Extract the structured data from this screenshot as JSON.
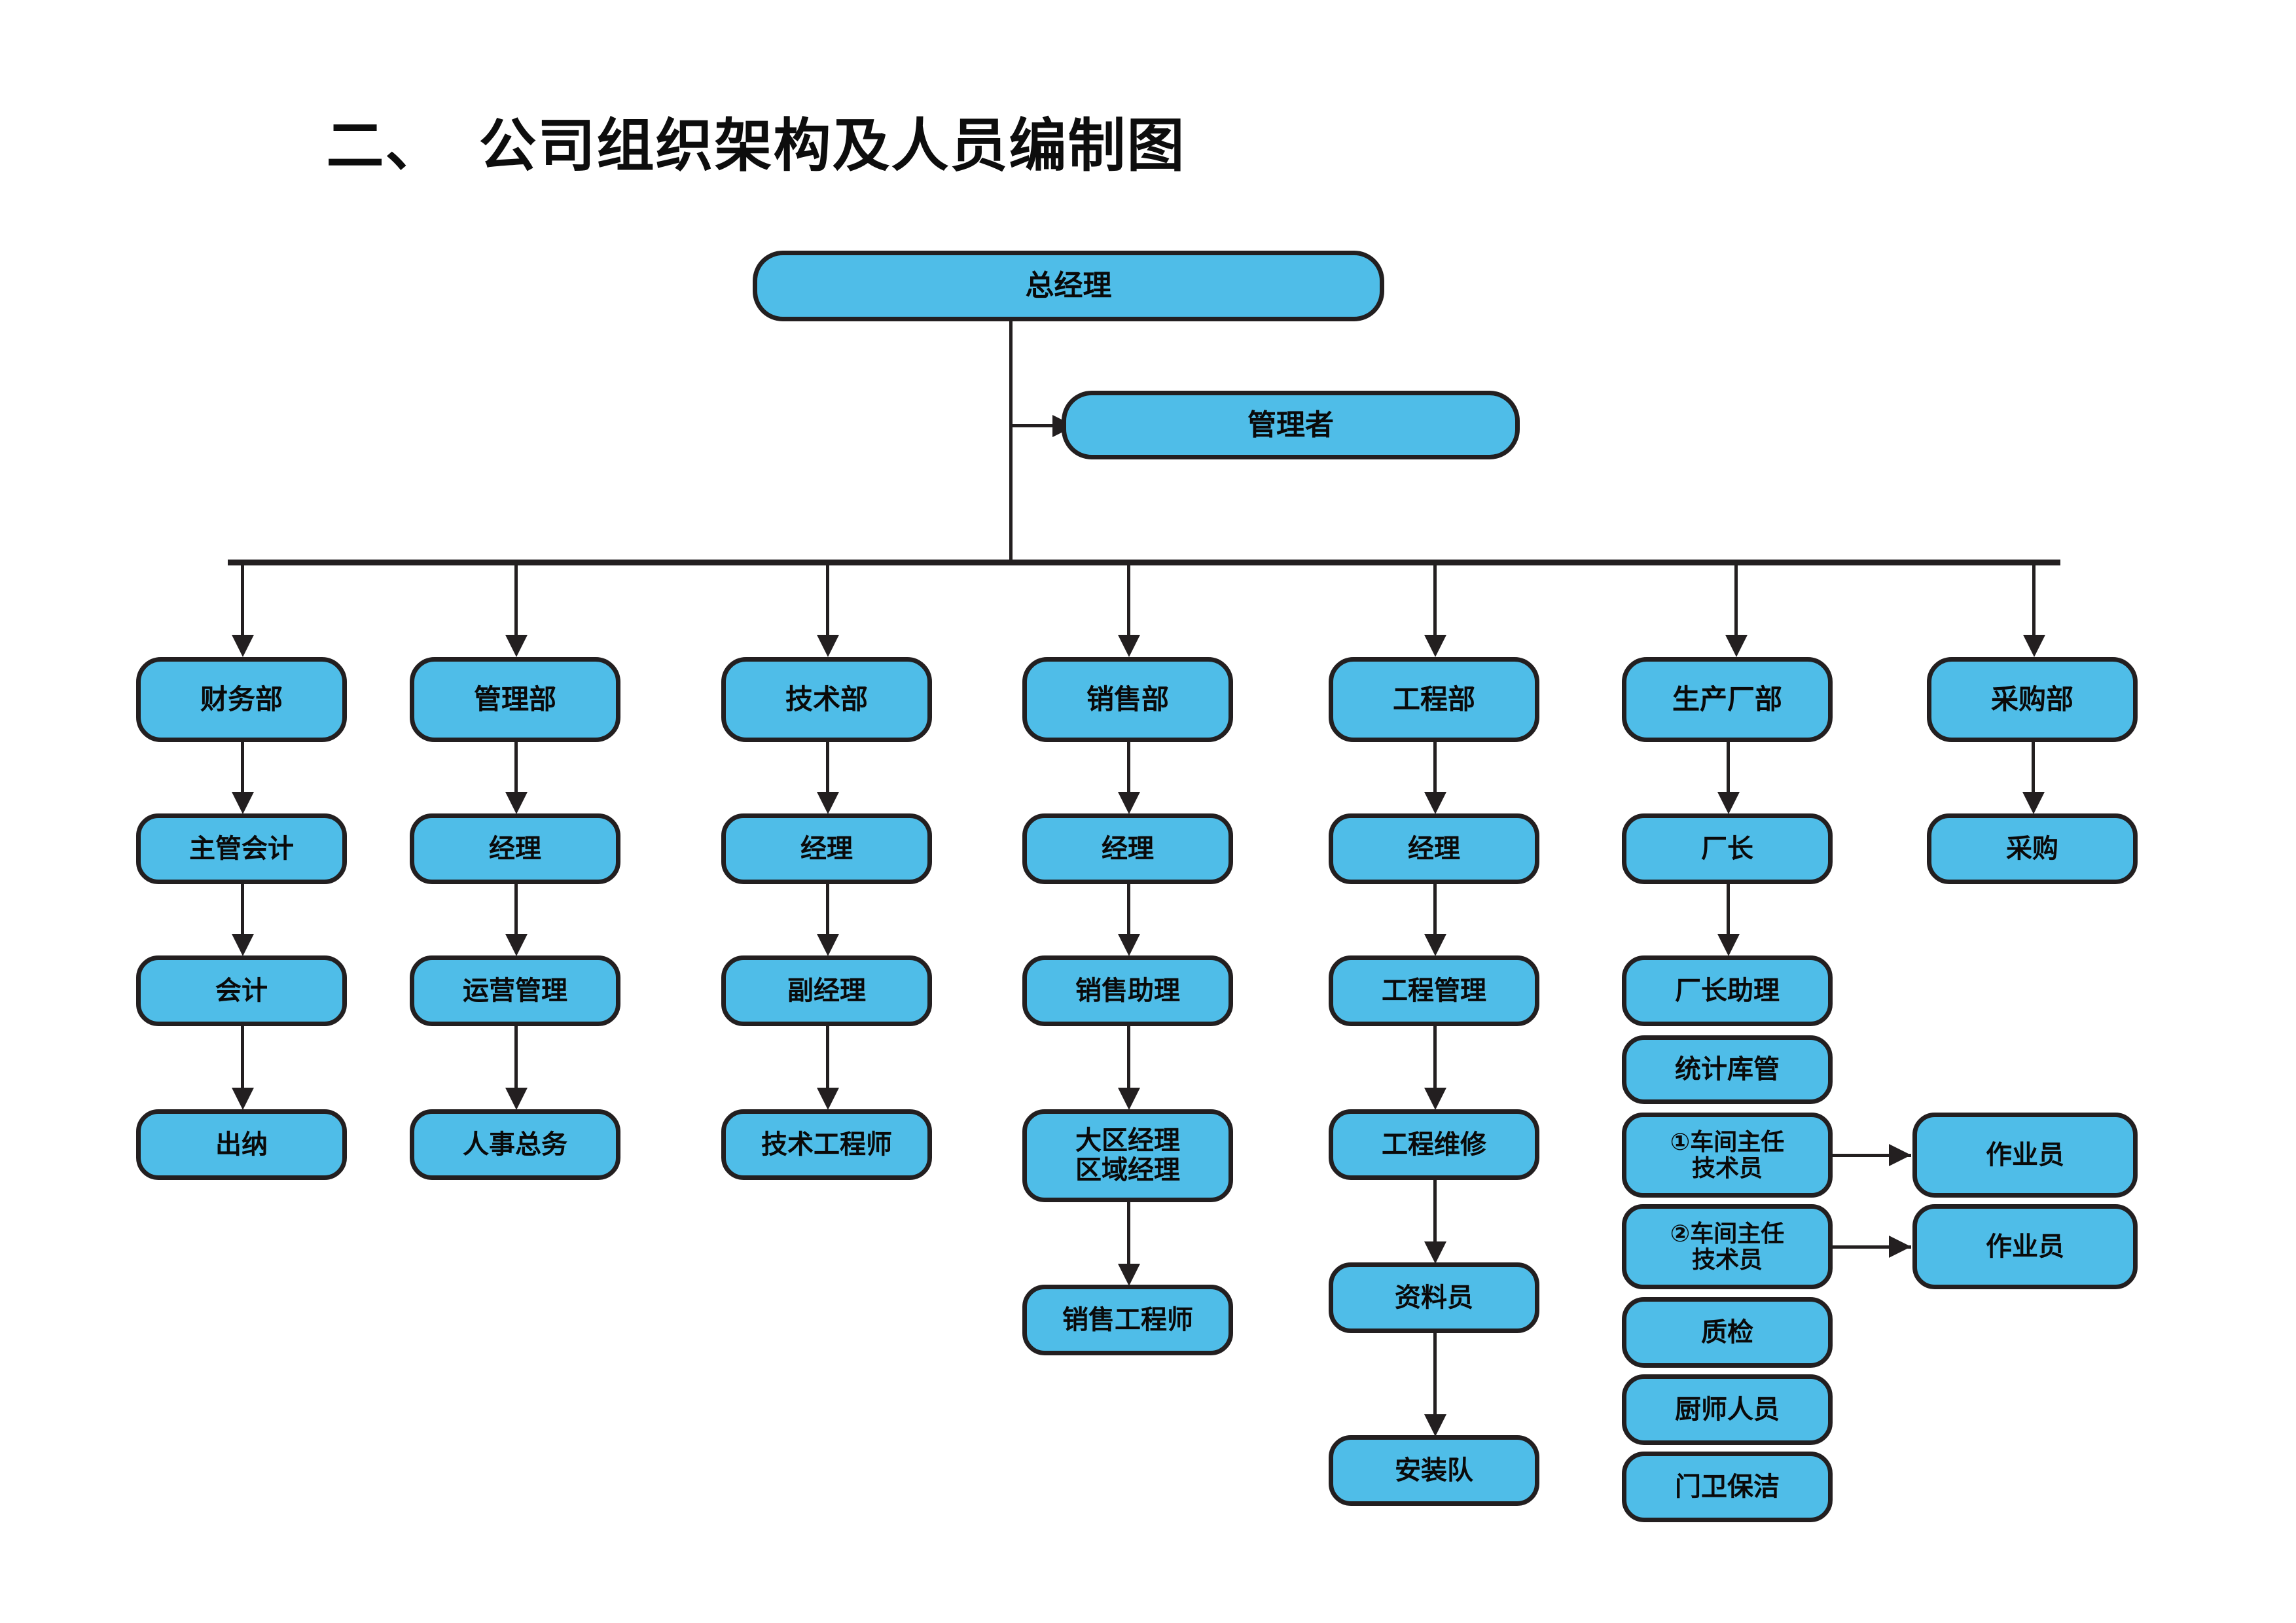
{
  "title": "二、  公司组织架构及人员编制图",
  "colors": {
    "node_fill": "#4fbde8",
    "node_border": "#231f20",
    "connector": "#231f20",
    "background": "#ffffff",
    "text": "#0a0a0a"
  },
  "top": {
    "general_manager": "总经理",
    "manager": "管理者"
  },
  "departments": [
    {
      "name": "财务部",
      "chain": [
        "主管会计",
        "会计",
        "出纳"
      ]
    },
    {
      "name": "管理部",
      "chain": [
        "经理",
        "运营管理",
        "人事总务"
      ]
    },
    {
      "name": "技术部",
      "chain": [
        "经理",
        "副经理",
        "技术工程师"
      ]
    },
    {
      "name": "销售部",
      "chain": [
        "经理",
        "销售助理",
        "大区经理\n区域经理",
        "销售工程师"
      ]
    },
    {
      "name": "工程部",
      "chain": [
        "经理",
        "工程管理",
        "工程维修",
        "资料员",
        "安装队"
      ]
    },
    {
      "name": "生产厂部",
      "chain": [
        "厂长",
        "厂长助理",
        "统计库管",
        "①车间主任\n技术员",
        "②车间主任\n技术员",
        "质检",
        "厨师人员",
        "门卫保洁"
      ]
    },
    {
      "name": "采购部",
      "chain": [
        "采购"
      ]
    }
  ],
  "operators": [
    "作业员",
    "作业员"
  ]
}
